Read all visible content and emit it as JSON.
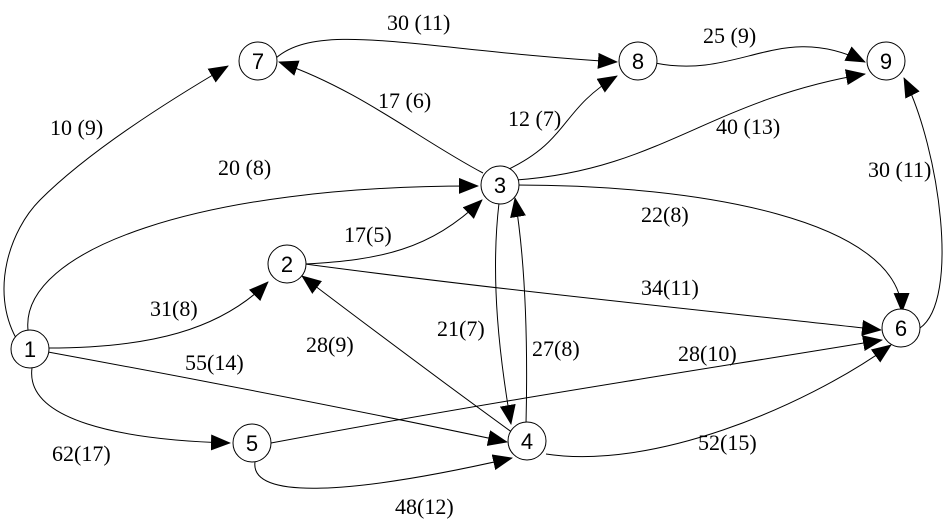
{
  "nodes": [
    {
      "id": "1",
      "label": "1"
    },
    {
      "id": "2",
      "label": "2"
    },
    {
      "id": "3",
      "label": "3"
    },
    {
      "id": "4",
      "label": "4"
    },
    {
      "id": "5",
      "label": "5"
    },
    {
      "id": "6",
      "label": "6"
    },
    {
      "id": "7",
      "label": "7"
    },
    {
      "id": "8",
      "label": "8"
    },
    {
      "id": "9",
      "label": "9"
    }
  ],
  "edges": [
    {
      "from": "1",
      "to": "7",
      "label": "10 (9)"
    },
    {
      "from": "1",
      "to": "3",
      "label": "20 (8)"
    },
    {
      "from": "1",
      "to": "2",
      "label": "31(8)"
    },
    {
      "from": "1",
      "to": "4",
      "label": "55(14)"
    },
    {
      "from": "1",
      "to": "5",
      "label": "62(17)"
    },
    {
      "from": "7",
      "to": "8",
      "label": "30 (11)"
    },
    {
      "from": "3",
      "to": "7",
      "label": "17 (6)"
    },
    {
      "from": "3",
      "to": "8",
      "label": "12 (7)"
    },
    {
      "from": "8",
      "to": "9",
      "label": "25 (9)"
    },
    {
      "from": "3",
      "to": "9",
      "label": "40 (13)"
    },
    {
      "from": "6",
      "to": "9",
      "label": "30 (11)"
    },
    {
      "from": "2",
      "to": "3",
      "label": "17(5)"
    },
    {
      "from": "3",
      "to": "6",
      "label": "22(8)"
    },
    {
      "from": "2",
      "to": "6",
      "label": "34(11)"
    },
    {
      "from": "4",
      "to": "2",
      "label": "28(9)"
    },
    {
      "from": "3",
      "to": "4",
      "label": "21(7)"
    },
    {
      "from": "4",
      "to": "3",
      "label": "27(8)"
    },
    {
      "from": "5",
      "to": "6",
      "label": "28(10)"
    },
    {
      "from": "4",
      "to": "6",
      "label": "52(15)"
    },
    {
      "from": "5",
      "to": "4",
      "label": "48(12)"
    }
  ]
}
